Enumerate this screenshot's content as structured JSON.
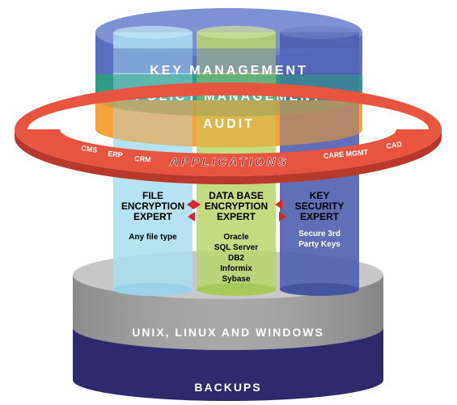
{
  "layers": {
    "key_management": "KEY MANAGEMENT",
    "policy_management": "POLICY MANAGEMENT",
    "audit": "AUDIT",
    "applications": "APPLICATIONS",
    "os": "UNIX, LINUX AND WINDOWS",
    "backups": "BACKUPS"
  },
  "applications": [
    "CMS",
    "ERP",
    "CRM",
    "CARE MGMT",
    "CAD"
  ],
  "experts": {
    "file": {
      "title": [
        "FILE",
        "ENCRYPTION",
        "EXPERT"
      ],
      "items": [
        "Any file type"
      ]
    },
    "database": {
      "title": [
        "DATA BASE",
        "ENCRYPTION",
        "EXPERT"
      ],
      "items": [
        "Oracle",
        "SQL Server",
        "DB2",
        "Informix",
        "Sybase"
      ]
    },
    "key": {
      "title": [
        "KEY",
        "SECURITY",
        "EXPERT"
      ],
      "items": [
        "Secure 3rd",
        "Party Keys"
      ]
    }
  },
  "colors": {
    "key_management": "#5b6fc2",
    "policy_management": "#2f9c86",
    "audit": "#f4a23a",
    "ring": "#e8553f",
    "file_cylinder": "#a9def0",
    "db_cylinder": "#b9d66a",
    "key_cylinder": "#4f5fb0",
    "os_disk": "#9a9a9a",
    "backups_disk": "#2f2a6e",
    "arrow": "#d8262a"
  },
  "icons": [
    "bidirectional-arrow-icon"
  ]
}
